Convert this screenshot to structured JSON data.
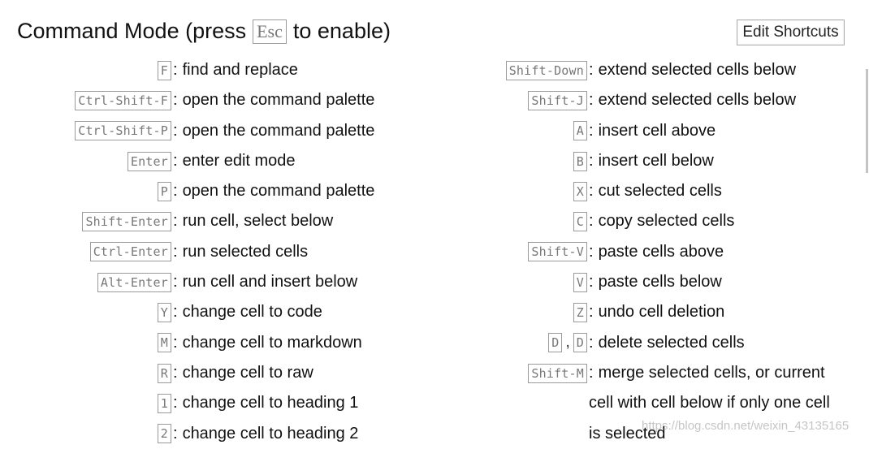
{
  "header": {
    "title_before": "Command Mode (press",
    "key": "Esc",
    "title_after": "to enable)"
  },
  "edit_button_label": "Edit Shortcuts",
  "left_shortcuts": [
    {
      "keys": [
        "F"
      ],
      "desc": "find and replace"
    },
    {
      "keys": [
        "Ctrl-Shift-F"
      ],
      "desc": "open the command palette"
    },
    {
      "keys": [
        "Ctrl-Shift-P"
      ],
      "desc": "open the command palette"
    },
    {
      "keys": [
        "Enter"
      ],
      "desc": "enter edit mode"
    },
    {
      "keys": [
        "P"
      ],
      "desc": "open the command palette"
    },
    {
      "keys": [
        "Shift-Enter"
      ],
      "desc": "run cell, select below"
    },
    {
      "keys": [
        "Ctrl-Enter"
      ],
      "desc": "run selected cells"
    },
    {
      "keys": [
        "Alt-Enter"
      ],
      "desc": "run cell and insert below"
    },
    {
      "keys": [
        "Y"
      ],
      "desc": "change cell to code"
    },
    {
      "keys": [
        "M"
      ],
      "desc": "change cell to markdown"
    },
    {
      "keys": [
        "R"
      ],
      "desc": "change cell to raw"
    },
    {
      "keys": [
        "1"
      ],
      "desc": "change cell to heading 1"
    },
    {
      "keys": [
        "2"
      ],
      "desc": "change cell to heading 2"
    }
  ],
  "right_shortcuts": [
    {
      "keys": [
        "Shift-Down"
      ],
      "desc": "extend selected cells below"
    },
    {
      "keys": [
        "Shift-J"
      ],
      "desc": "extend selected cells below"
    },
    {
      "keys": [
        "A"
      ],
      "desc": "insert cell above"
    },
    {
      "keys": [
        "B"
      ],
      "desc": "insert cell below"
    },
    {
      "keys": [
        "X"
      ],
      "desc": "cut selected cells"
    },
    {
      "keys": [
        "C"
      ],
      "desc": "copy selected cells"
    },
    {
      "keys": [
        "Shift-V"
      ],
      "desc": "paste cells above"
    },
    {
      "keys": [
        "V"
      ],
      "desc": "paste cells below"
    },
    {
      "keys": [
        "Z"
      ],
      "desc": "undo cell deletion"
    },
    {
      "keys": [
        "D",
        "D"
      ],
      "desc": "delete selected cells"
    },
    {
      "keys": [
        "Shift-M"
      ],
      "desc": "merge selected cells, or current"
    },
    {
      "keys": [],
      "desc": "cell with cell below if only one cell"
    },
    {
      "keys": [],
      "desc": "is selected"
    }
  ],
  "key_separator": ",",
  "colon": ":",
  "watermark": "https://blog.csdn.net/weixin_43135165"
}
